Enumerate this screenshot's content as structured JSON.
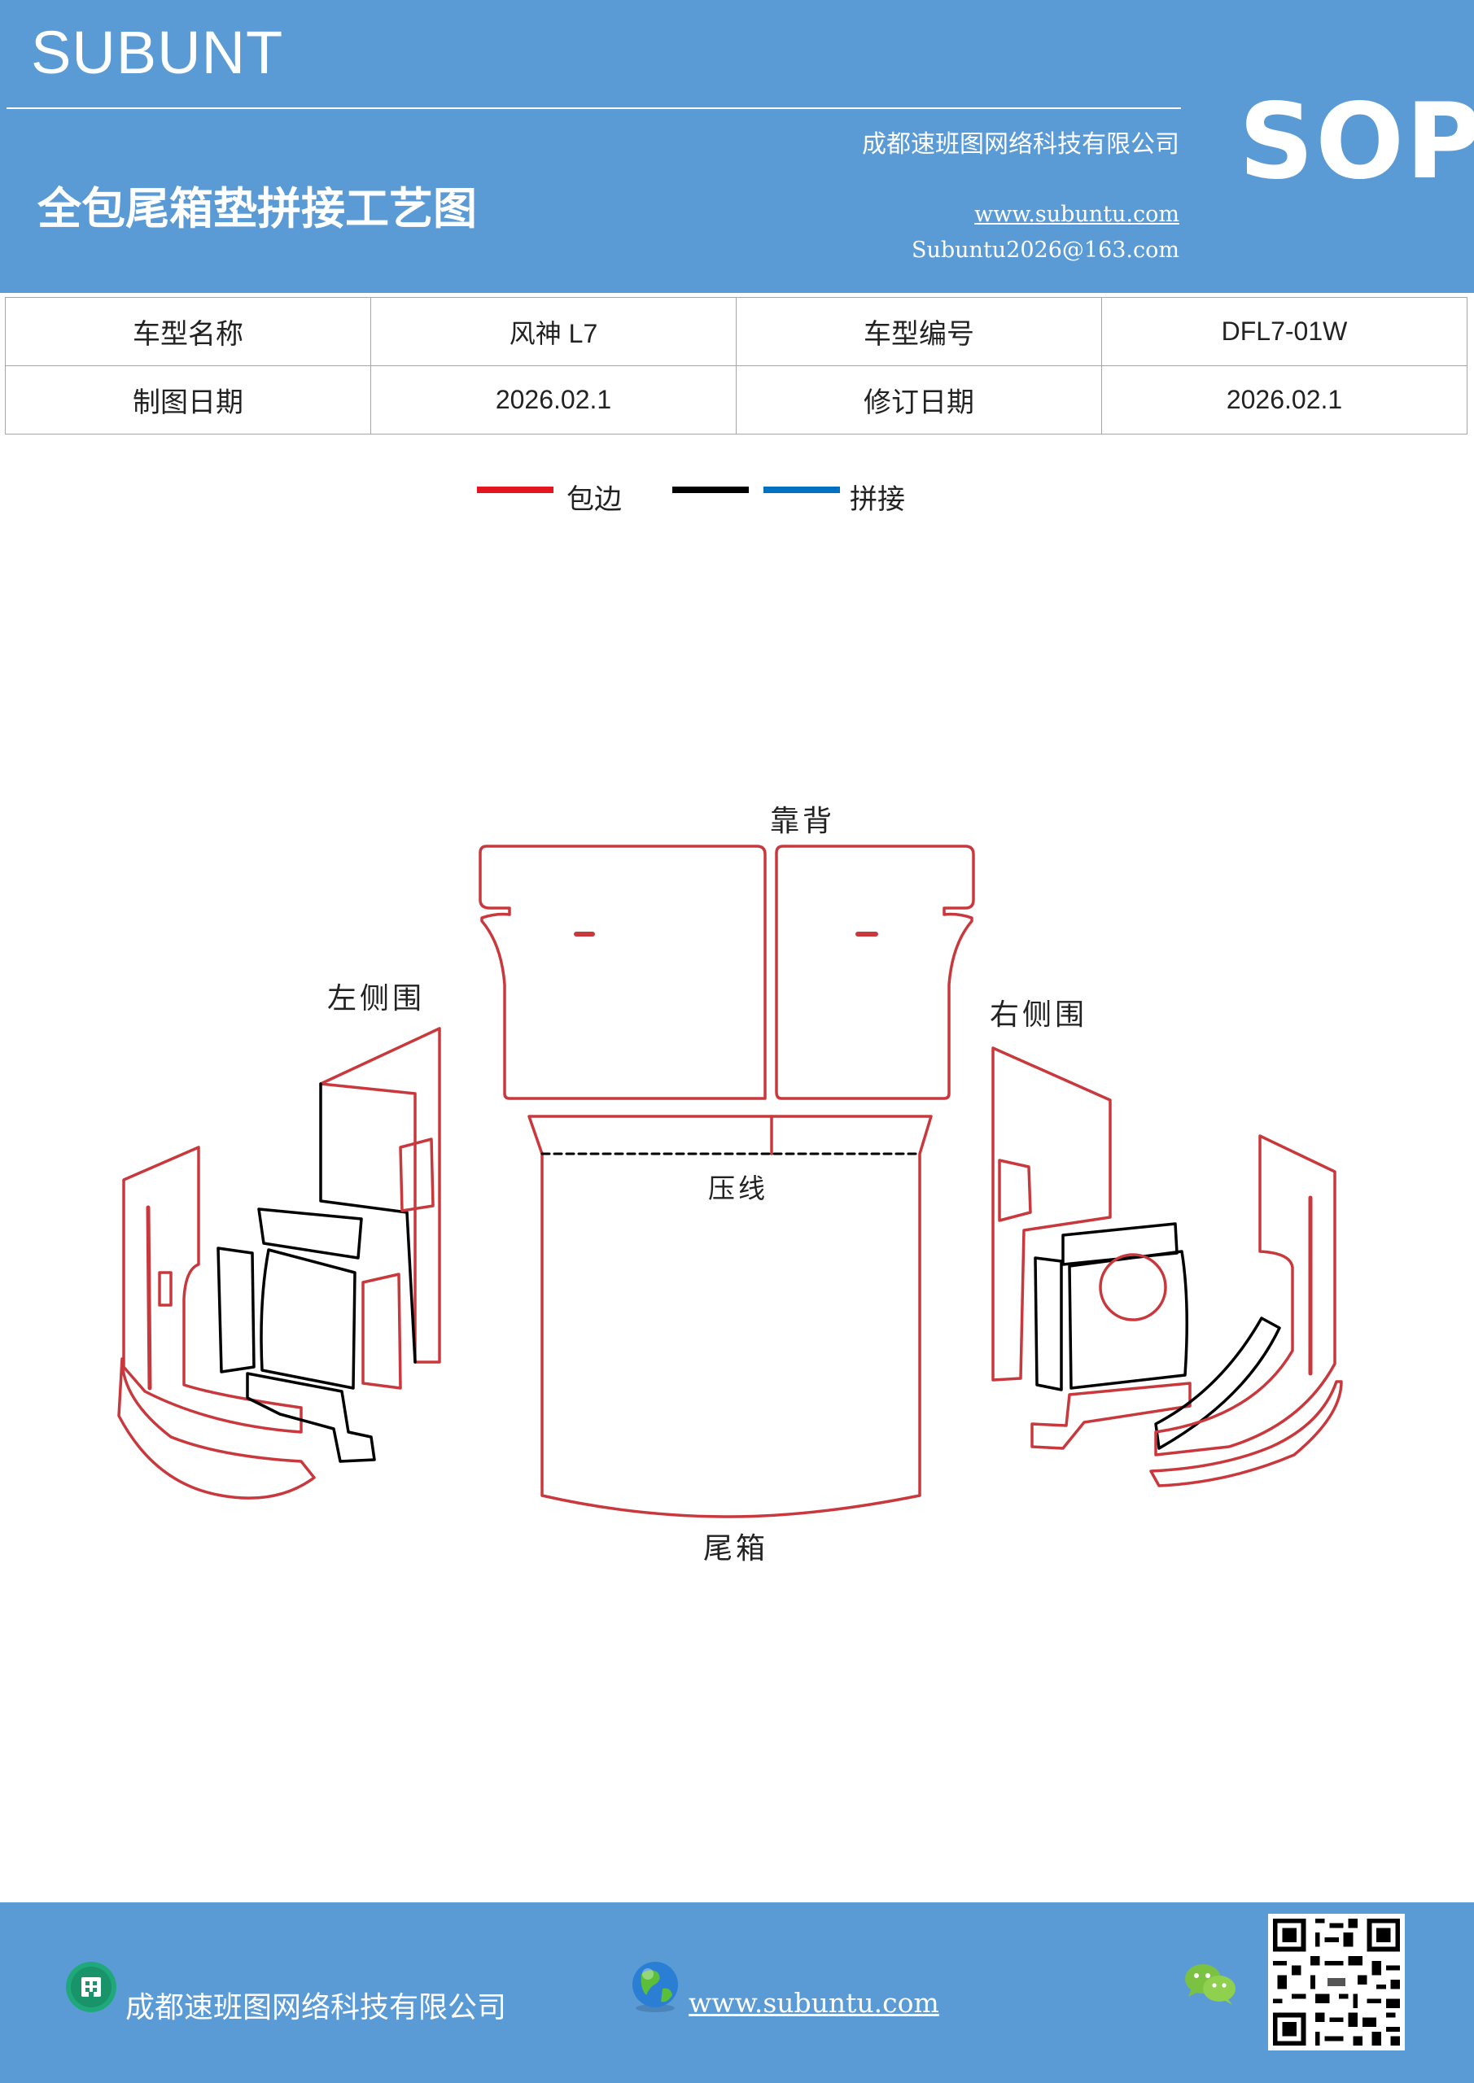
{
  "header": {
    "brand": "SUBUNT",
    "company": "成都速班图网络科技有限公司",
    "title": "全包尾箱垫拼接工艺图",
    "website": "www.subuntu.com",
    "email": "Subuntu2026@163.com",
    "badge": "SOP",
    "background_color": "#5b9bd5"
  },
  "info_table": {
    "rows": [
      [
        "车型名称",
        "风神 L7",
        "车型编号",
        "DFL7-01W"
      ],
      [
        "制图日期",
        "2026.02.1",
        "修订日期",
        "2026.02.1"
      ]
    ]
  },
  "legend": {
    "items": [
      {
        "label": "包边",
        "color": "#e3161f"
      },
      {
        "label": "",
        "color": "#000000"
      },
      {
        "label": "拼接",
        "color": "#0070c0"
      }
    ]
  },
  "diagram": {
    "edge_color": "#c8383c",
    "labels": {
      "backrest": "靠背",
      "left_side": "左侧围",
      "right_side": "右侧围",
      "crease": "压线",
      "trunk": "尾箱"
    }
  },
  "footer": {
    "company": "成都速班图网络科技有限公司",
    "website": "www.subuntu.com",
    "icons": [
      "building-icon",
      "globe-icon",
      "wechat-icon",
      "qr-code"
    ]
  }
}
